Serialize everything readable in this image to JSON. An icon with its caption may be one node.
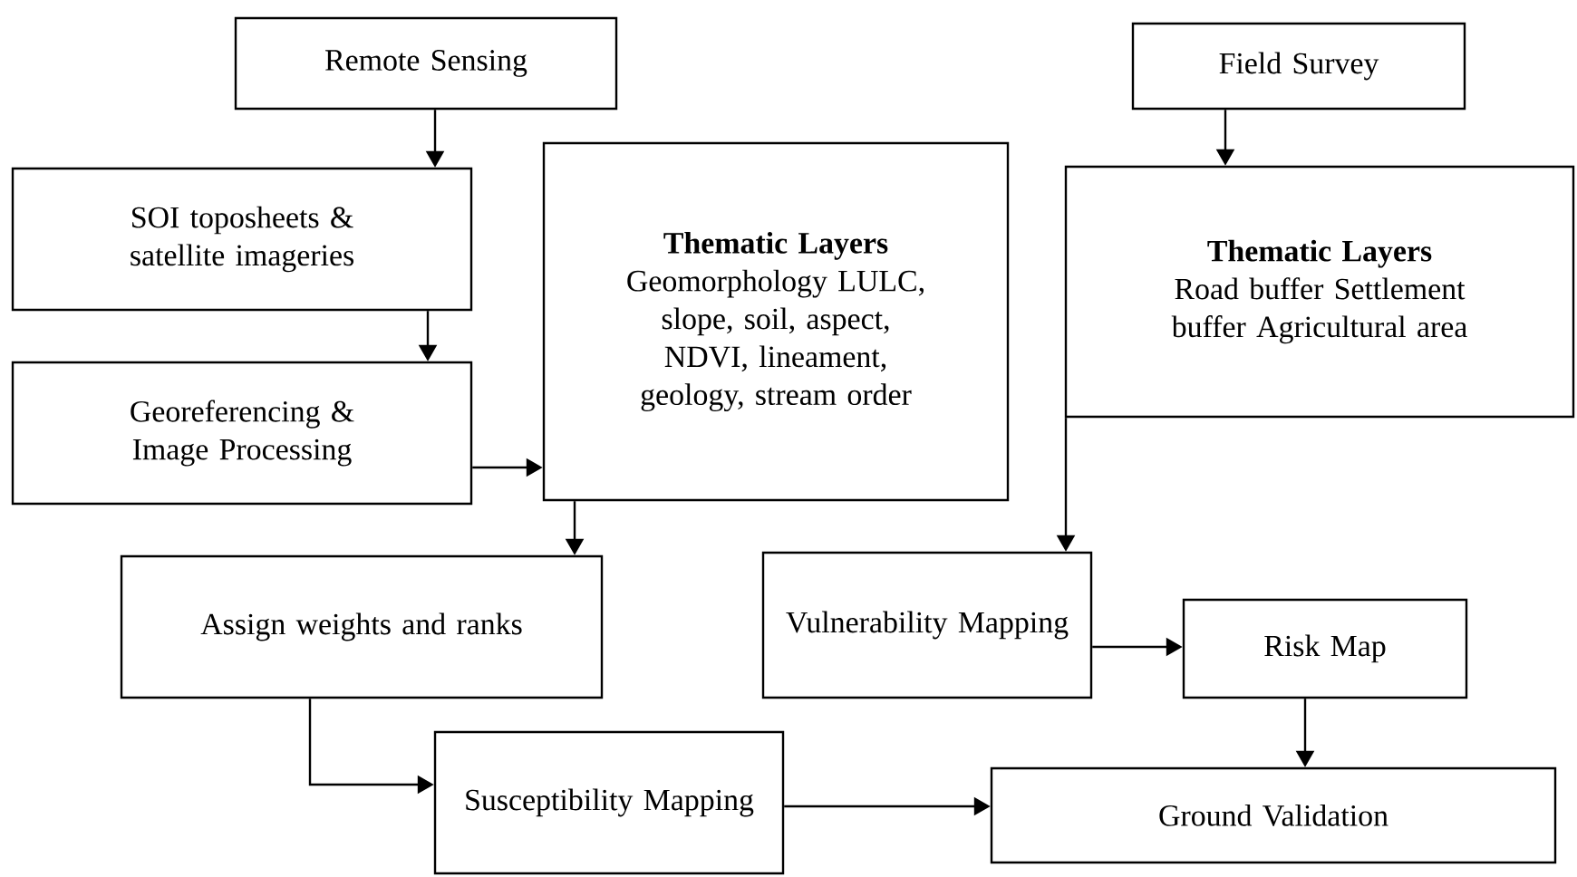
{
  "diagram": {
    "nodes": [
      {
        "text": [
          "Remote Sensing"
        ]
      },
      {
        "text": [
          "SOI toposheets & satellite imageries"
        ]
      },
      {
        "text": [
          "Georeferencing & Image Processing"
        ]
      },
      {
        "text": [
          "Thematic Layers",
          "Geomorphology LULC, slope, soil, aspect, NDVI, lineament, geology, stream order"
        ]
      },
      {
        "text": [
          "Field Survey"
        ]
      },
      {
        "text": [
          "Thematic Layers",
          "Road buffer Settlement buffer Agricultural area"
        ]
      },
      {
        "text": [
          "Assign weights and ranks"
        ]
      },
      {
        "text": [
          "Vulnerability Mapping"
        ]
      },
      {
        "text": [
          "Risk Map"
        ]
      },
      {
        "text": [
          "Susceptibility Mapping"
        ]
      },
      {
        "text": [
          "Ground Validation"
        ]
      }
    ],
    "edges": [
      {
        "from": 0,
        "to": 1,
        "arrow": "to"
      },
      {
        "from": 1,
        "to": 2,
        "arrow": "to"
      },
      {
        "from": 2,
        "to": 3,
        "arrow": "to"
      },
      {
        "from": 3,
        "to": 6,
        "arrow": "to"
      },
      {
        "from": 4,
        "to": 5,
        "arrow": "to"
      },
      {
        "from": 5,
        "to": 7,
        "arrow": "to"
      },
      {
        "from": 6,
        "to": 9,
        "arrow": "to"
      },
      {
        "from": 7,
        "to": 8,
        "arrow": "to"
      },
      {
        "from": 8,
        "to": 10,
        "arrow": "to"
      },
      {
        "from": 9,
        "to": 10,
        "arrow": "to"
      }
    ]
  }
}
